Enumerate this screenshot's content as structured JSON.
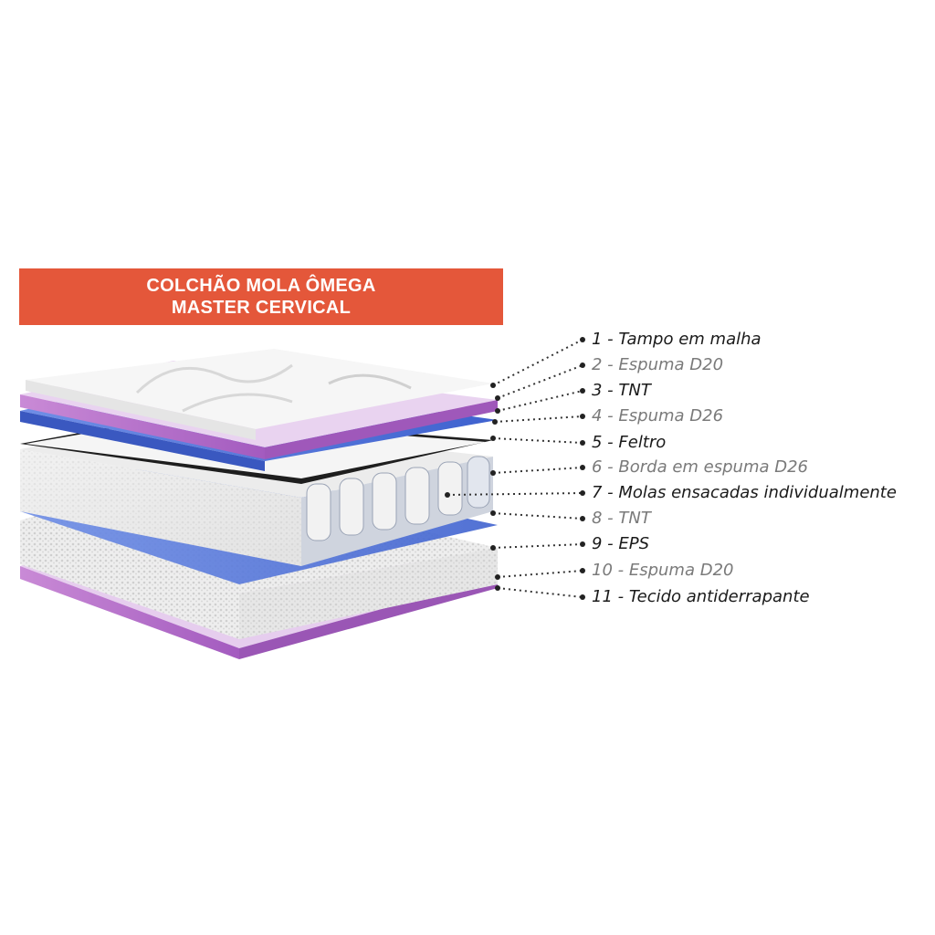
{
  "title": {
    "line1": "COLCHÃO MOLA ÔMEGA",
    "line2": "MASTER CERVICAL"
  },
  "colors": {
    "banner": "#e4573a",
    "label_dark": "#1a1a1a",
    "label_gray": "#7a7a7a",
    "purple_foam": "#b36fc8",
    "blue_layer": "#4a6fd8"
  },
  "layers": [
    {
      "label": "1 - Tampo em malha",
      "tone": "dark"
    },
    {
      "label": "2 - Espuma D20",
      "tone": "gray"
    },
    {
      "label": "3 - TNT",
      "tone": "dark"
    },
    {
      "label": "4 - Espuma D26",
      "tone": "gray"
    },
    {
      "label": "5 - Feltro",
      "tone": "dark"
    },
    {
      "label": "6 - Borda em espuma D26",
      "tone": "gray"
    },
    {
      "label": "7 - Molas ensacadas individualmente",
      "tone": "dark"
    },
    {
      "label": "8 - TNT",
      "tone": "gray"
    },
    {
      "label": "9 - EPS",
      "tone": "dark"
    },
    {
      "label": "10 - Espuma D20",
      "tone": "gray"
    },
    {
      "label": "11 - Tecido antiderrapante",
      "tone": "dark"
    }
  ]
}
